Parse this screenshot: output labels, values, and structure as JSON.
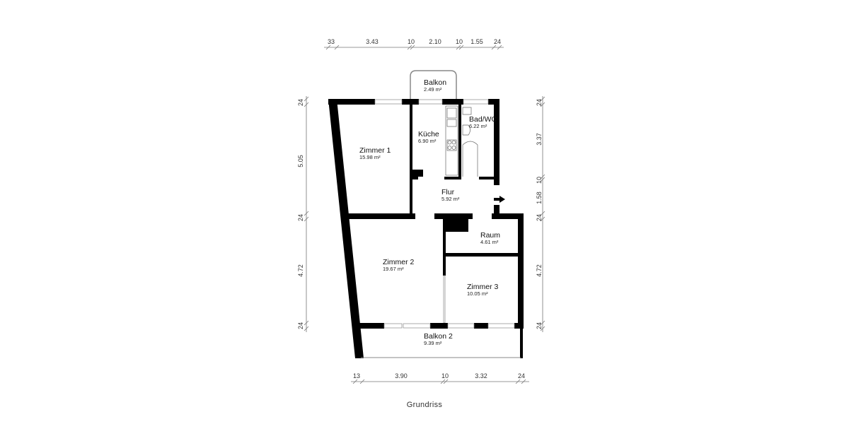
{
  "caption": "Grundriss",
  "rooms": [
    {
      "name": "Balkon",
      "area": "2.49 m²"
    },
    {
      "name": "Küche",
      "area": "6.90 m²"
    },
    {
      "name": "Bad/WC",
      "area": "6.22 m²"
    },
    {
      "name": "Zimmer 1",
      "area": "15.98 m²"
    },
    {
      "name": "Flur",
      "area": "5.92 m²"
    },
    {
      "name": "Raum",
      "area": "4.61 m²"
    },
    {
      "name": "Zimmer 2",
      "area": "19.67 m²"
    },
    {
      "name": "Zimmer 3",
      "area": "10.05 m²"
    },
    {
      "name": "Balkon 2",
      "area": "9.39 m²"
    }
  ],
  "dimensions": {
    "top": [
      "33",
      "3.43",
      "10",
      "2.10",
      "10",
      "1.55",
      "24"
    ],
    "bottom": [
      "13",
      "3.90",
      "10",
      "3.32",
      "24"
    ],
    "left": [
      "24",
      "5.05",
      "24",
      "4.72",
      "24"
    ],
    "right": [
      "24",
      "3.37",
      "10",
      "1.58",
      "24",
      "4.72",
      "24"
    ]
  },
  "icons": {
    "entrance": "arrow-left-icon"
  }
}
